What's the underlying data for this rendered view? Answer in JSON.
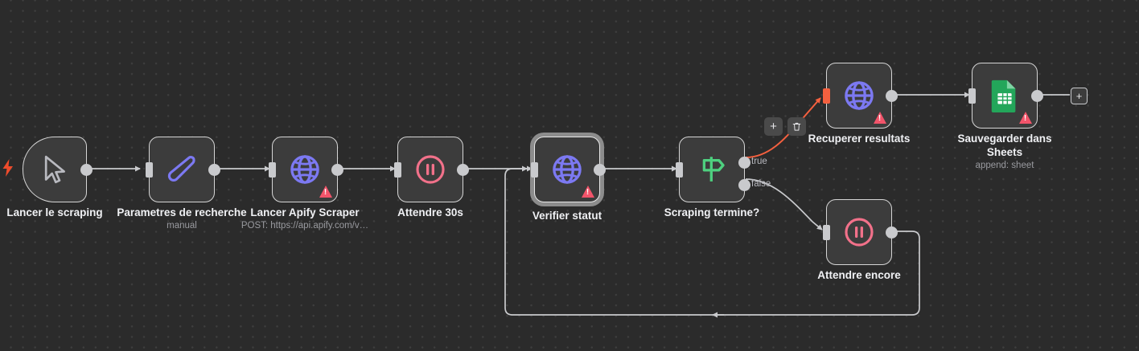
{
  "canvas": {
    "background": "#2b2b2b",
    "grid_dot_color": "#3e3e3e",
    "edge_color": "#c9cacd",
    "highlight_edge_color": "#f4603f",
    "warning_color": "#f2546a",
    "trigger_icon": "lightning-bolt-icon"
  },
  "nodes": [
    {
      "id": "start",
      "label": "Lancer le scraping",
      "subtitle": "",
      "icon": "cursor-pointer-icon",
      "icon_color": "#b9bac0",
      "warning": false,
      "selected": false
    },
    {
      "id": "params",
      "label": "Parametres de recherche",
      "subtitle": "manual",
      "icon": "pencil-edit-icon",
      "icon_color": "#7c79f2",
      "warning": false,
      "selected": false
    },
    {
      "id": "apify",
      "label": "Lancer Apify Scraper",
      "subtitle": "POST: https://api.apify.com/v…",
      "icon": "globe-http-icon",
      "icon_color": "#7c79f2",
      "warning": true,
      "selected": false
    },
    {
      "id": "wait30",
      "label": "Attendre 30s",
      "subtitle": "",
      "icon": "pause-circle-icon",
      "icon_color": "#f2718a",
      "warning": false,
      "selected": false
    },
    {
      "id": "checkstatus",
      "label": "Verifier statut",
      "subtitle": "",
      "icon": "globe-http-icon",
      "icon_color": "#7c79f2",
      "warning": true,
      "selected": true
    },
    {
      "id": "condition",
      "label": "Scraping termine?",
      "subtitle": "",
      "icon": "signpost-branch-icon",
      "icon_color": "#4ed07f",
      "warning": false,
      "selected": false,
      "outputs": [
        "true",
        "false"
      ]
    },
    {
      "id": "fetch",
      "label": "Recuperer resultats",
      "subtitle": "",
      "icon": "globe-http-icon",
      "icon_color": "#7c79f2",
      "warning": true,
      "selected": false
    },
    {
      "id": "sheets",
      "label": "Sauvegarder dans\nSheets",
      "subtitle": "append: sheet",
      "icon": "google-sheets-icon",
      "icon_color": "#34a853",
      "warning": true,
      "selected": false
    },
    {
      "id": "waitmore",
      "label": "Attendre encore",
      "subtitle": "",
      "icon": "pause-circle-icon",
      "icon_color": "#f2718a",
      "warning": false,
      "selected": false
    }
  ],
  "edge_toolbar": {
    "add_label": "+",
    "delete_label": "trash-icon"
  },
  "end_add_button": {
    "label": "+"
  }
}
